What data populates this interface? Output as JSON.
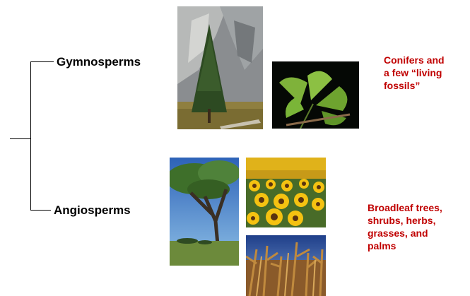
{
  "tree": {
    "top_label": "Gymnosperms",
    "bottom_label": "Angiosperms"
  },
  "notes": {
    "gymnosperm_lines": [
      "Conifers and",
      "a few “living",
      "fossils”"
    ],
    "angiosperm_lines": [
      "Broadleaf trees,",
      "shrubs, herbs,",
      "grasses, and",
      "palms"
    ],
    "color": "#c00000"
  },
  "images": {
    "conifer": "conifer-tree-photo",
    "ginkgo": "ginkgo-leaves-photo",
    "acacia": "acacia-tree-photo",
    "sunflowers": "sunflower-field-photo",
    "corn": "corn-field-photo"
  }
}
